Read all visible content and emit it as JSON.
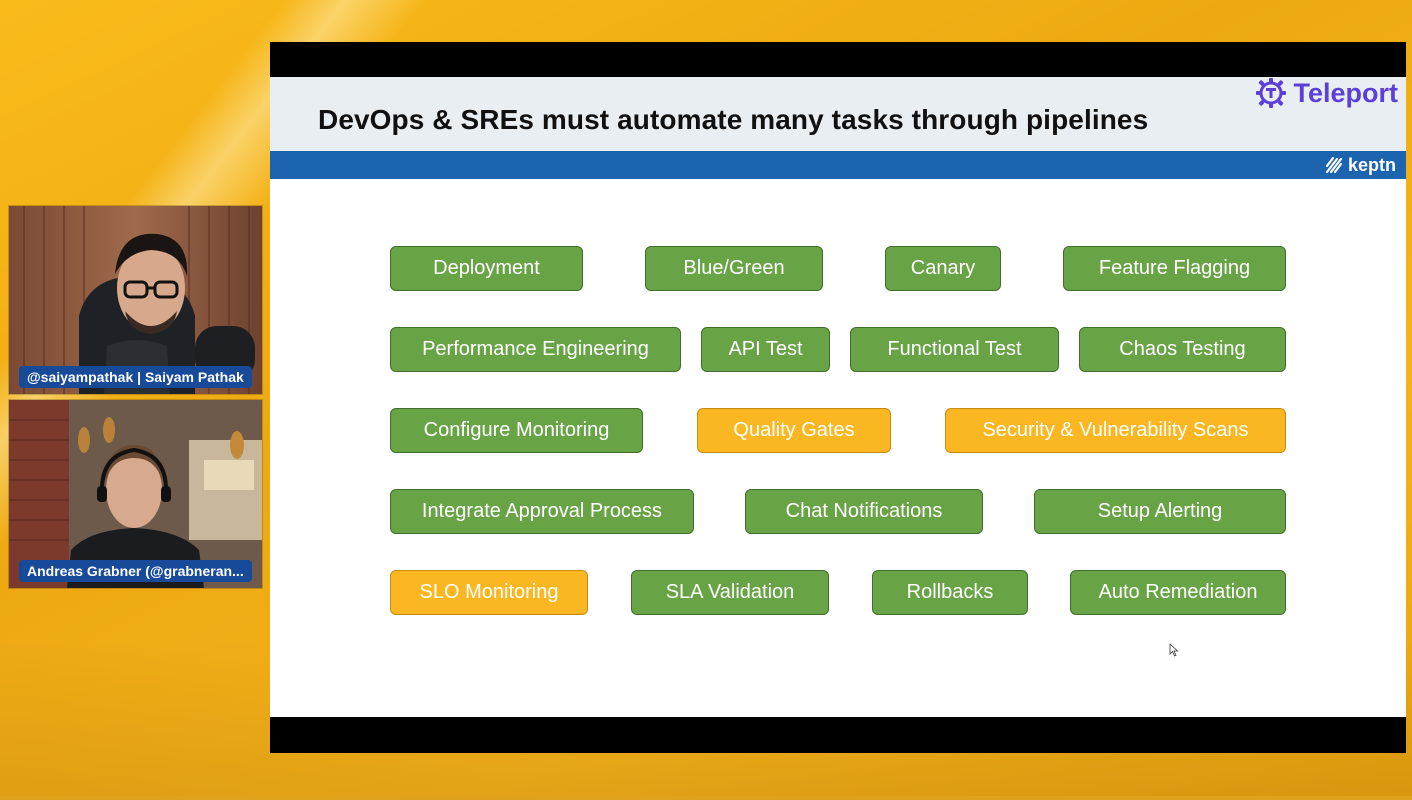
{
  "slide": {
    "title": "DevOps & SREs must automate many tasks through pipelines",
    "logos": {
      "teleport": "Teleport",
      "keptn": "keptn"
    },
    "tasks": [
      {
        "label": "Deployment",
        "style": "green"
      },
      {
        "label": "Blue/Green",
        "style": "green"
      },
      {
        "label": "Canary",
        "style": "green"
      },
      {
        "label": "Feature Flagging",
        "style": "green"
      },
      {
        "label": "Performance Engineering",
        "style": "green"
      },
      {
        "label": "API Test",
        "style": "green"
      },
      {
        "label": "Functional Test",
        "style": "green"
      },
      {
        "label": "Chaos Testing",
        "style": "green"
      },
      {
        "label": "Configure Monitoring",
        "style": "green"
      },
      {
        "label": "Quality Gates",
        "style": "orange"
      },
      {
        "label": "Security & Vulnerability Scans",
        "style": "orange"
      },
      {
        "label": "Integrate Approval Process",
        "style": "green"
      },
      {
        "label": "Chat Notifications",
        "style": "green"
      },
      {
        "label": "Setup Alerting",
        "style": "green"
      },
      {
        "label": "SLO Monitoring",
        "style": "orange"
      },
      {
        "label": "SLA Validation",
        "style": "green"
      },
      {
        "label": "Rollbacks",
        "style": "green"
      },
      {
        "label": "Auto Remediation",
        "style": "green"
      }
    ]
  },
  "participants": [
    {
      "name": "@saiyampathak | Saiyam Pathak"
    },
    {
      "name": "Andreas Grabner (@grabneran..."
    }
  ],
  "colors": {
    "green": "#68a446",
    "orange": "#fbb721",
    "teleport": "#5b3fd6",
    "keptn_bar": "#1c63b0",
    "name_label": "#184a9a"
  },
  "icons": [
    "teleport-logo-icon",
    "keptn-logo-icon",
    "mouse-cursor-icon"
  ]
}
